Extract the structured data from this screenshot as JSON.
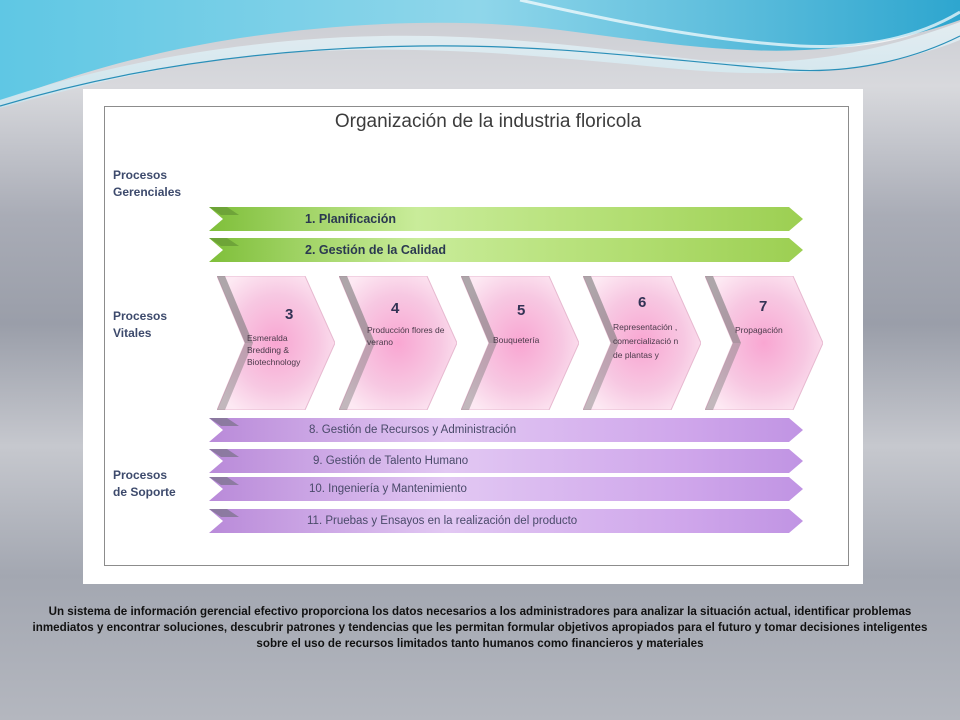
{
  "title": "Organización de la industria floricola",
  "sections": {
    "gerenciales": [
      "Procesos",
      "Gerenciales"
    ],
    "vitales": [
      "Procesos",
      "Vitales"
    ],
    "soporte": [
      "Procesos",
      "de Soporte"
    ]
  },
  "gerenciales_bands": [
    {
      "label": "1. Planificación"
    },
    {
      "label": "2. Gestión de la Calidad"
    }
  ],
  "vitales_steps": [
    {
      "num": "3",
      "text": "Esmeralda Bredding & Biotechnology"
    },
    {
      "num": "4",
      "text": "Producción flores de verano"
    },
    {
      "num": "5",
      "text": "Bouquetería"
    },
    {
      "num": "6",
      "text": "Representación , comercializació n de plantas y"
    },
    {
      "num": "7",
      "text": "Propagación"
    }
  ],
  "soporte_bands": [
    {
      "label": "8. Gestión de Recursos y Administración"
    },
    {
      "label": "9. Gestión de Talento Humano"
    },
    {
      "label": "10. Ingeniería y Mantenimiento"
    },
    {
      "label": "11. Pruebas y Ensayos en la realización del producto"
    }
  ],
  "caption": "Un sistema de información gerencial efectivo proporciona los datos necesarios a los administradores para analizar la situación actual, identificar problemas inmediatos y encontrar soluciones, descubrir patrones y tendencias que les permitan formular objetivos apropiados para el futuro y tomar decisiones inteligentes sobre el uso de recursos limitados tanto humanos como financieros y materiales",
  "colors": {
    "green_band": "#a8d46a",
    "purple_band": "#c9a0e6",
    "pink_chevron": "#f4a8d0",
    "swoosh": "#3bb4d8"
  }
}
